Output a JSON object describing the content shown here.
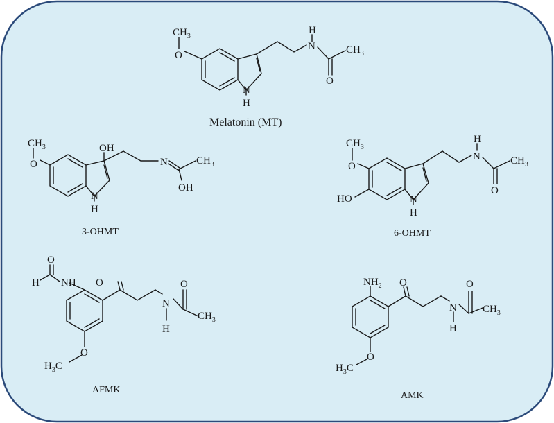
{
  "panel": {
    "background": "#d9edf5",
    "border": "#2b4a7a"
  },
  "molecules": {
    "melatonin": {
      "name": "Melatonin (MT)",
      "labels": {
        "nh_h": "H",
        "amide_n": "N",
        "ch3": "CH3",
        "ch3_main": "CH",
        "ch3_sub": "3",
        "o_carbonyl": "O",
        "methoxy_o": "O",
        "ring_n": "N",
        "ring_h": "H"
      }
    },
    "ohmt3": {
      "name": "3-OHMT",
      "labels": {
        "oh_top": "OH",
        "imine_n": "N",
        "ch3_main": "CH",
        "ch3_sub": "3",
        "oh_bottom": "OH",
        "methoxy_o": "O",
        "ring_n": "N",
        "ring_h": "H"
      }
    },
    "ohmt6": {
      "name": "6-OHMT",
      "labels": {
        "nh_h": "H",
        "amide_n": "N",
        "ch3_main": "CH",
        "ch3_sub": "3",
        "o_carbonyl": "O",
        "methoxy_o": "O",
        "ho": "HO",
        "ring_n": "N",
        "ring_h": "H"
      }
    },
    "afmk": {
      "name": "AFMK",
      "labels": {
        "formyl_o": "O",
        "formyl_h": "H",
        "nh": "NH",
        "ketone_o": "O",
        "amide_n": "N",
        "amide_h": "H",
        "amide_o": "O",
        "ch3_main": "CH",
        "ch3_sub": "3",
        "methoxy_o": "O",
        "h3c_main": "H",
        "h3c_sub": "3",
        "h3c_c": "C"
      }
    },
    "amk": {
      "name": "AMK",
      "labels": {
        "nh2_main": "NH",
        "nh2_sub": "2",
        "ketone_o": "O",
        "amide_n": "N",
        "amide_h": "H",
        "amide_o": "O",
        "ch3_main": "CH",
        "ch3_sub": "3",
        "methoxy_o": "O",
        "h3c_main": "H",
        "h3c_sub": "3",
        "h3c_c": "C"
      }
    }
  }
}
